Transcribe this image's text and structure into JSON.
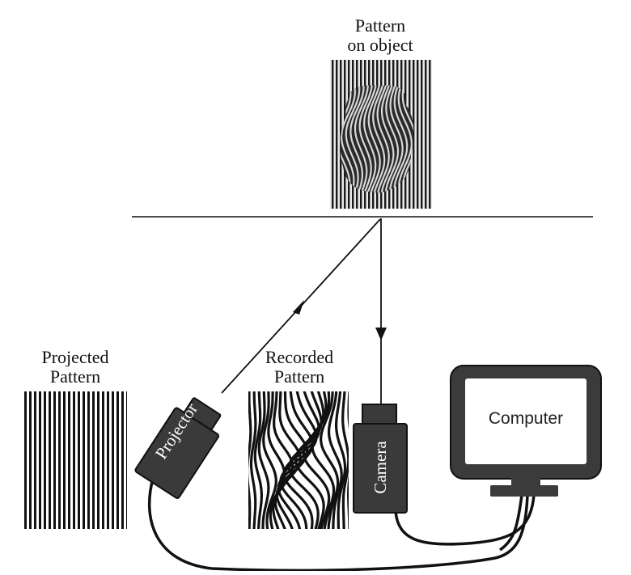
{
  "labels": {
    "pattern_on_object_line1": "Pattern",
    "pattern_on_object_line2": "on object",
    "projected_line1": "Projected",
    "projected_line2": "Pattern",
    "recorded_line1": "Recorded",
    "recorded_line2": "Pattern",
    "projector": "Projector",
    "camera": "Camera",
    "computer": "Computer"
  },
  "colors": {
    "ink": "#111111",
    "device_body": "#3a3a3a",
    "device_text": "#ffffff",
    "photo_bg": "#1e1e1e"
  },
  "icons": {
    "projector": "projector-icon",
    "camera": "camera-icon",
    "computer": "monitor-icon"
  }
}
